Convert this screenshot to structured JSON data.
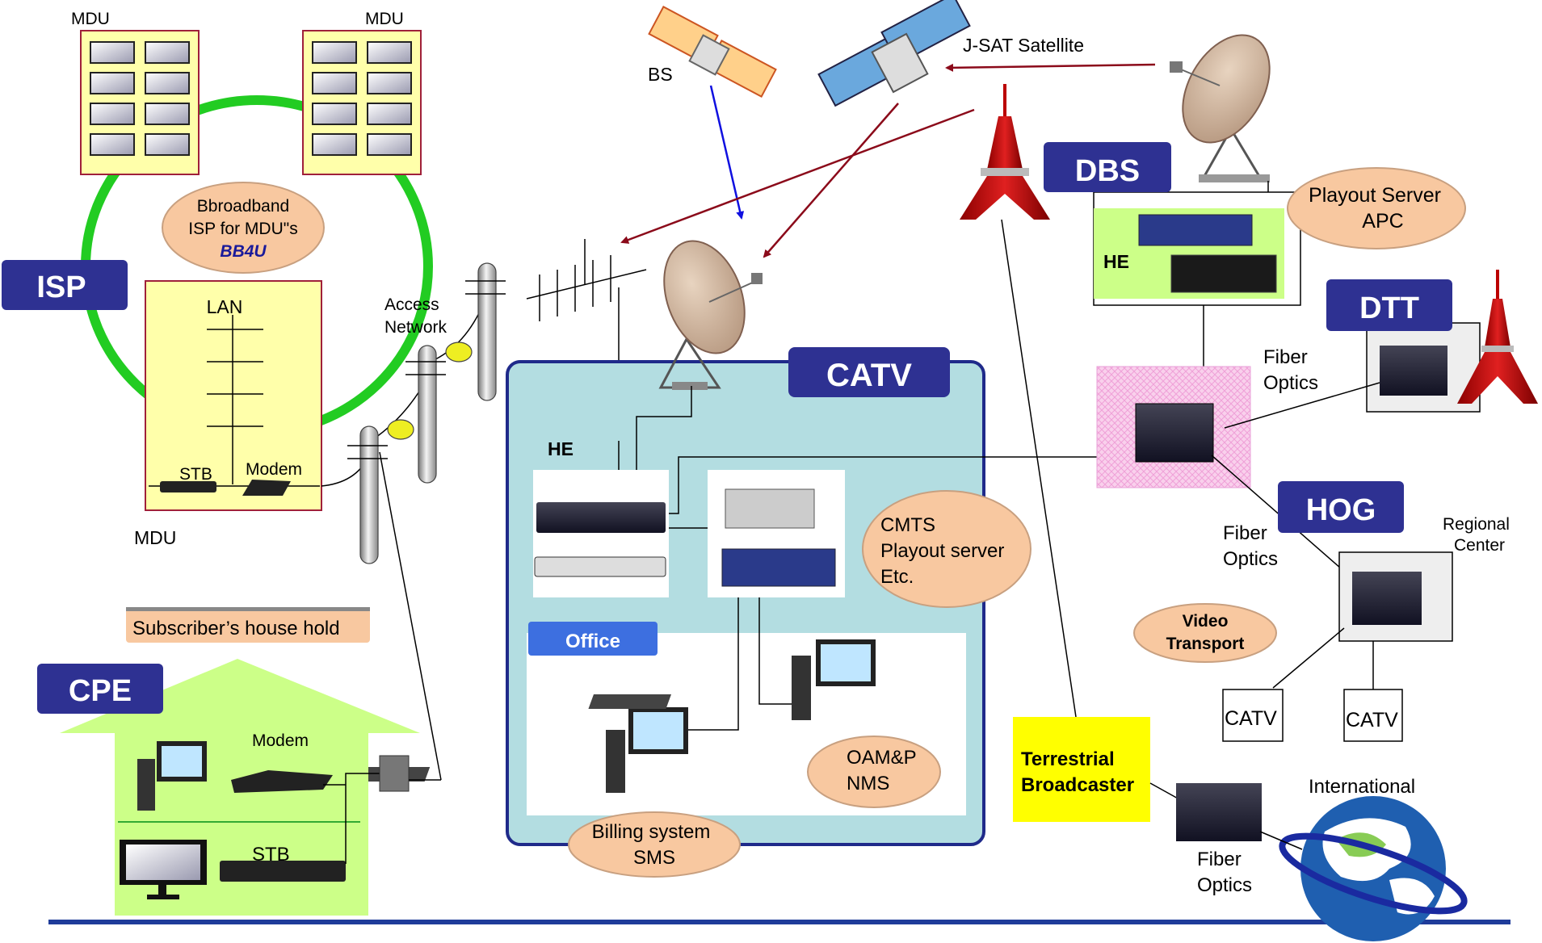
{
  "mdu_top_left": "MDU",
  "mdu_top_right": "MDU",
  "mdu_bottom": "MDU",
  "isp_ellipse": {
    "line1": "Bbroadband",
    "line2": "ISP for MDU\"s",
    "line3": "BB4U"
  },
  "isp_tag": "ISP",
  "lan": "LAN",
  "stb_mdu": "STB",
  "modem_mdu": "Modem",
  "access_network": {
    "line1": "Access",
    "line2": "Network"
  },
  "bs": "BS",
  "jsat": "J-SAT Satellite",
  "dbs_tag": "DBS",
  "dbs_he": "HE",
  "playout_apc": {
    "line1": "Playout Server",
    "line2": "APC"
  },
  "dtt_tag": "DTT",
  "fiber_optics_1": {
    "line1": "Fiber",
    "line2": "Optics"
  },
  "fiber_optics_2": {
    "line1": "Fiber",
    "line2": "Optics"
  },
  "fiber_optics_3": {
    "line1": "Fiber",
    "line2": "Optics"
  },
  "hog_tag": "HOG",
  "regional_center": {
    "line1": "Regional",
    "line2": "Center"
  },
  "video_transport": {
    "line1": "Video",
    "line2": "Transport"
  },
  "catv_tag": "CATV",
  "catv_he": "HE",
  "cmts": {
    "line1": "CMTS",
    "line2": "Playout server",
    "line3": "Etc."
  },
  "office_tag": "Office",
  "oamp": {
    "line1": "OAM&P",
    "line2": "NMS"
  },
  "billing": {
    "line1": "Billing system",
    "line2": "SMS"
  },
  "catv_box_1": "CATV",
  "catv_box_2": "CATV",
  "terrestrial": {
    "line1": "Terrestrial",
    "line2": "Broadcaster"
  },
  "international": "International",
  "subscriber": "Subscriber’s house hold",
  "cpe_tag": "CPE",
  "cpe_modem": "Modem",
  "cpe_stb": "STB",
  "colors": {
    "navy_tag": "#2E3192",
    "catv_area": "#B3DDE1",
    "ellipse": "#F8C8A0",
    "mdu_fill": "#FFFFAA",
    "ring": "#22CC22",
    "house": "#CCFF88",
    "terrestrial": "#FFFF00",
    "office_tag": "#3D6FE0",
    "dbs_he": "#CCFF88",
    "pink": "#F6C6E8"
  }
}
